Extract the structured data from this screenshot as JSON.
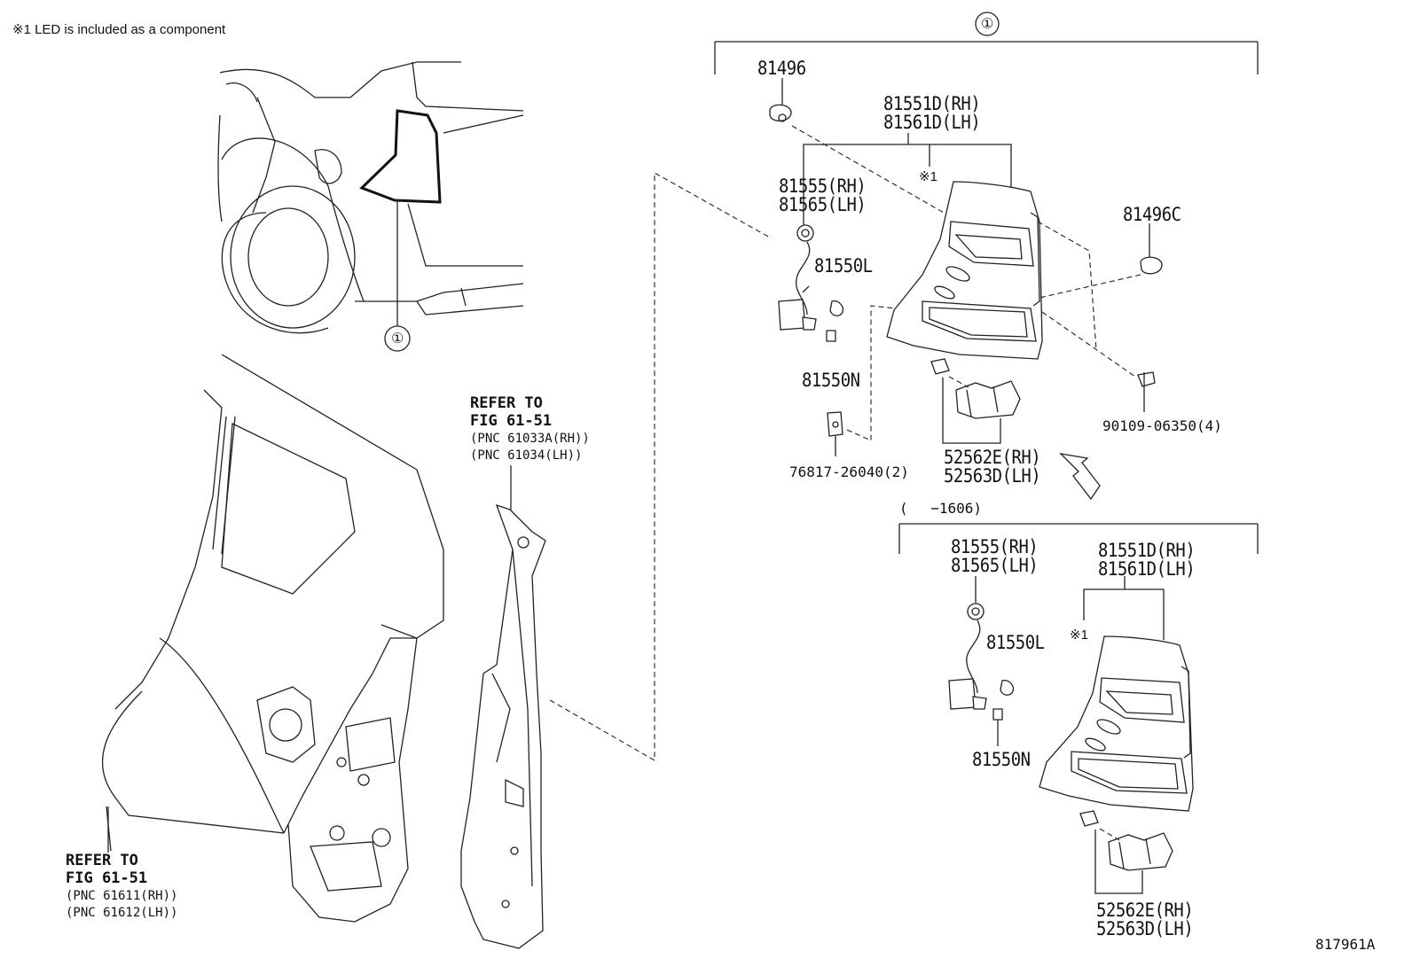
{
  "note": "※1 LED is included as a component",
  "assembly_circle": "①",
  "vehicle_callout": "①",
  "figure_id": "817961A",
  "date_range": "(　 −1606)",
  "labels": {
    "p81496": "81496",
    "p81551_rh": "81551D(RH)",
    "p81561_lh": "81561D(LH)",
    "led_mark_top": "※1",
    "p81555_rh": "81555(RH)",
    "p81565_lh": "81565(LH)",
    "p81550l": "81550L",
    "p81550n": "81550N",
    "p81496c": "81496C",
    "p90109": "90109-06350(4)",
    "p76817": "76817-26040(2)",
    "p52562_rh": "52562E(RH)",
    "p52563_lh": "52563D(LH)",
    "b81555_rh": "81555(RH)",
    "b81565_lh": "81565(LH)",
    "b81551_rh": "81551D(RH)",
    "b81561_lh": "81561D(LH)",
    "led_mark_bottom": "※1",
    "b81550l": "81550L",
    "b81550n": "81550N",
    "b52562_rh": "52562E(RH)",
    "b52563_lh": "52563D(LH)"
  },
  "refer_upper": {
    "line1": "REFER TO",
    "line2": "FIG 61-51",
    "line3": "(PNC 61033A(RH))",
    "line4": "(PNC 61034(LH))"
  },
  "refer_lower": {
    "line1": "REFER TO",
    "line2": "FIG 61-51",
    "line3": "(PNC 61611(RH))",
    "line4": "(PNC 61612(LH))"
  }
}
